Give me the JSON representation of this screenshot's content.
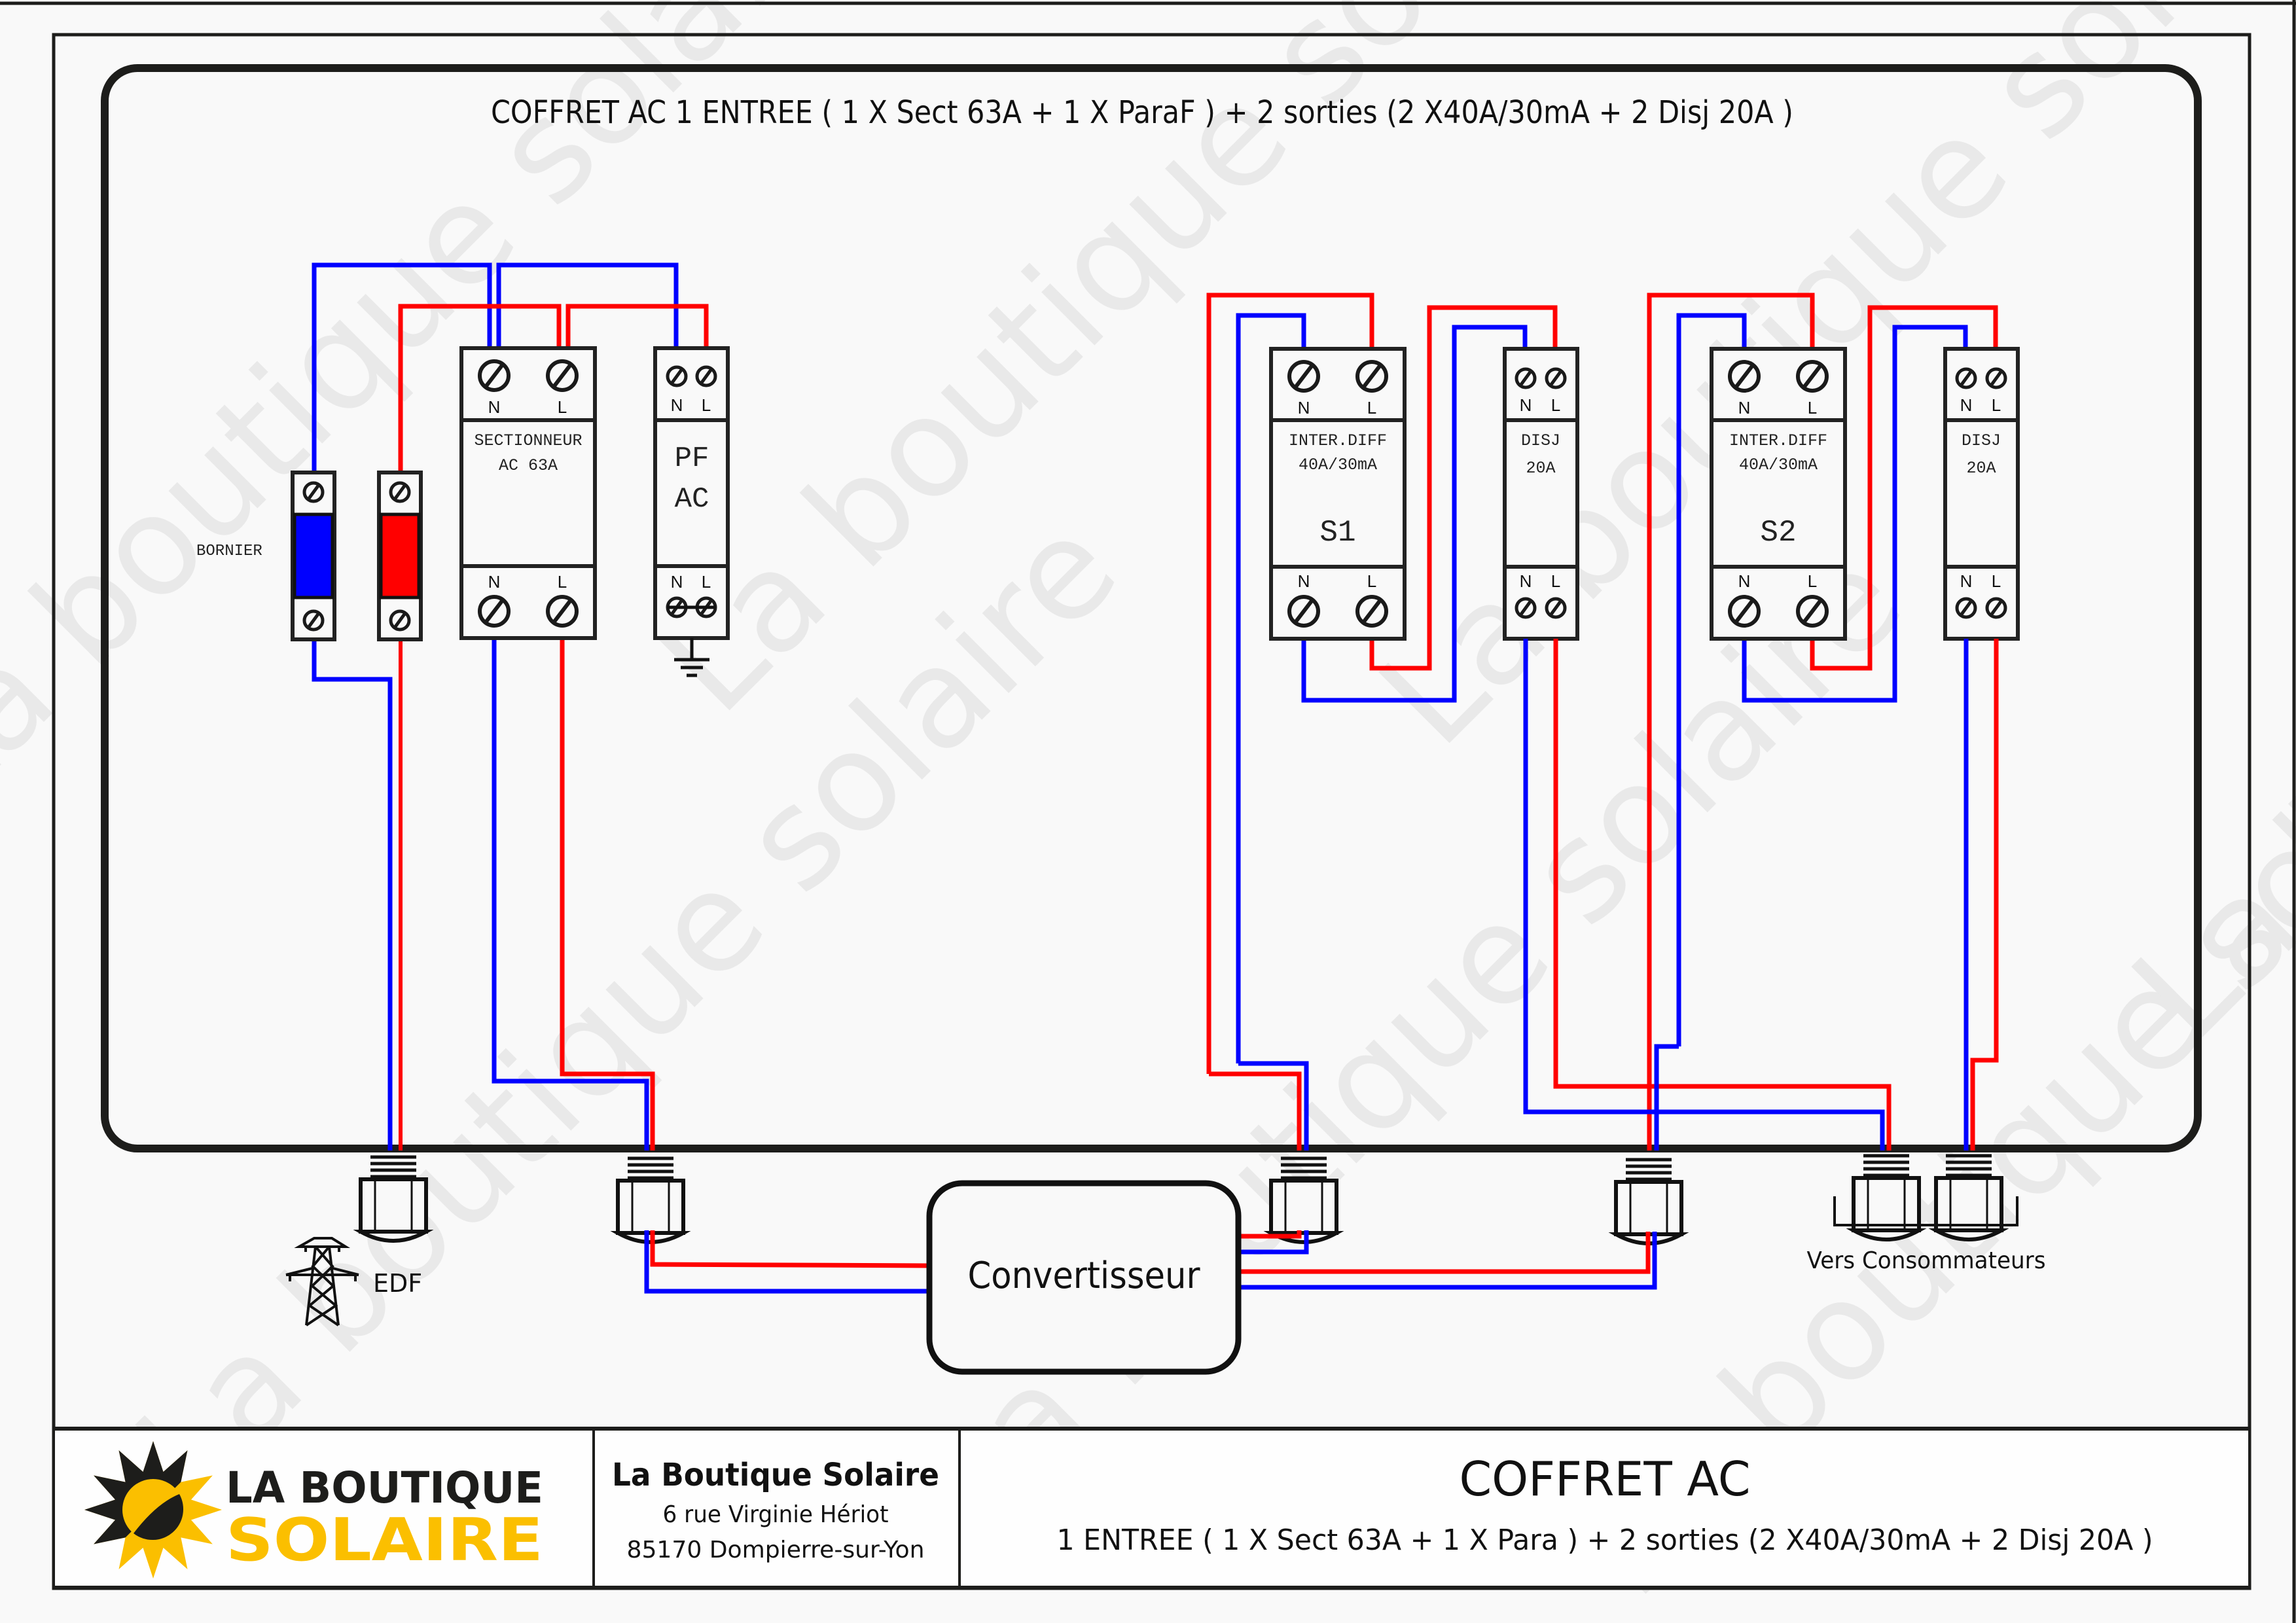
{
  "diagram": {
    "title": "COFFRET AC 1 ENTREE ( 1 X Sect 63A + 1 X ParaF ) + 2 sorties (2 X40A/30mA + 2 Disj 20A )",
    "watermark": "La boutique solaire",
    "colors": {
      "neutral": "#0000ff",
      "phase": "#ff0000",
      "outline": "#1d1d1b",
      "brand_yellow": "#fbbf00",
      "brand_dark": "#1d1d1b"
    },
    "bornier": {
      "label": "BORNIER"
    },
    "sectionneur": {
      "line1": "SECTIONNEUR",
      "line2": "AC 63A",
      "n": "N",
      "l": "L"
    },
    "parafoudre": {
      "line1": "PF",
      "line2": "AC",
      "n": "N",
      "l": "L"
    },
    "outputs": [
      {
        "inter_diff": {
          "line1": "INTER.DIFF",
          "line2": "40A/30mA",
          "id": "S1",
          "n": "N",
          "l": "L"
        },
        "disj": {
          "line1": "DISJ",
          "line2": "20A",
          "n": "N",
          "l": "L"
        }
      },
      {
        "inter_diff": {
          "line1": "INTER.DIFF",
          "line2": "40A/30mA",
          "id": "S2",
          "n": "N",
          "l": "L"
        },
        "disj": {
          "line1": "DISJ",
          "line2": "20A",
          "n": "N",
          "l": "L"
        }
      }
    ],
    "edf_label": "EDF",
    "converter_label": "Convertisseur",
    "consumers_label": "Vers Consommateurs"
  },
  "footer": {
    "logo": {
      "line1": "LA BOUTIQUE",
      "line2": "SOLAIRE"
    },
    "company": {
      "name": "La Boutique Solaire",
      "address_line1": "6 rue Virginie Hériot",
      "address_line2": "85170 Dompierre-sur-Yon"
    },
    "doc": {
      "title": "COFFRET AC",
      "subtitle": "1 ENTREE ( 1 X Sect 63A + 1 X Para ) + 2 sorties (2 X40A/30mA + 2 Disj 20A )"
    }
  }
}
